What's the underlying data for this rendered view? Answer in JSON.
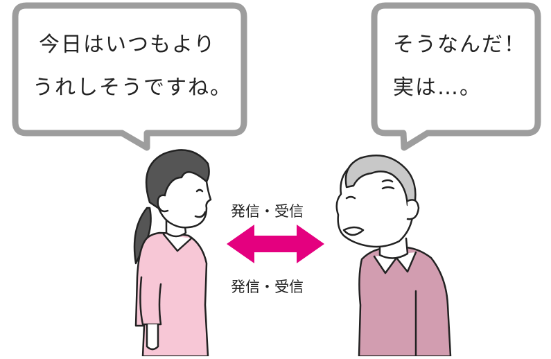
{
  "left_bubble": {
    "line1": "今日はいつもより",
    "line2": "うれしそうですね。"
  },
  "right_bubble": {
    "line1": "そうなんだ！",
    "line2": "実は…。"
  },
  "exchange": {
    "top_label": "発信・受信",
    "bottom_label": "発信・受信"
  },
  "colors": {
    "bubble_border": "#9d9d9d",
    "arrow": "#e4007f",
    "nurse_uniform": "#f7c7d6",
    "elder_sweater": "#d29db0",
    "outline": "#222222"
  },
  "icons": [
    "speech-bubble",
    "double-arrow",
    "nurse-figure",
    "elderly-man-figure"
  ]
}
